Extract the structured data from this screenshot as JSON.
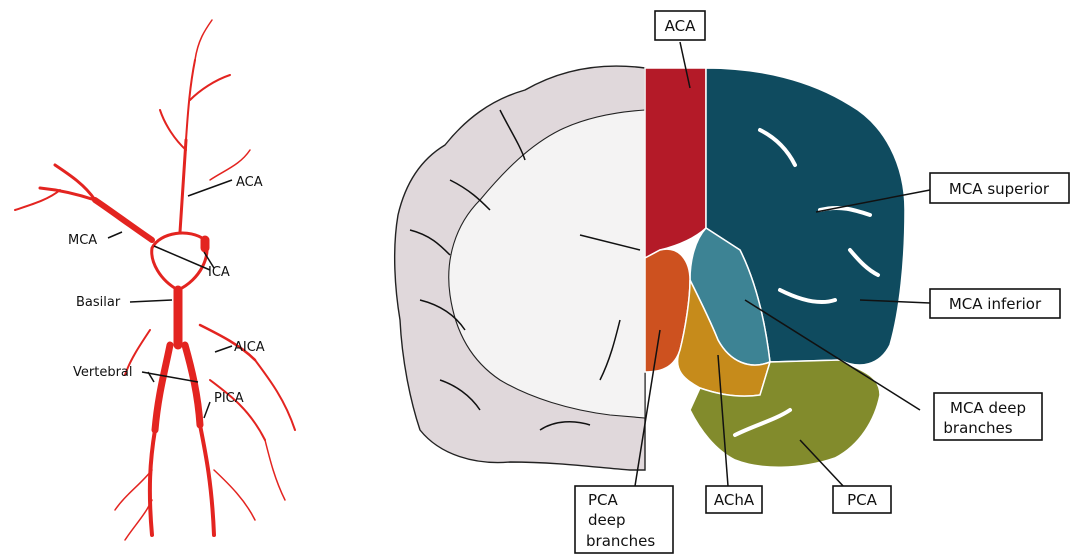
{
  "vessel_diagram": {
    "labels": {
      "aca": "ACA",
      "mca": "MCA",
      "ica": "ICA",
      "basilar": "Basilar",
      "aica": "AICA",
      "vertebral": "Vertebral",
      "pica": "PICA"
    },
    "vessel_color": "#e32420"
  },
  "territory_diagram": {
    "labels": {
      "aca": "ACA",
      "mca_superior": "MCA superior",
      "mca_inferior": "MCA inferior",
      "mca_deep_1": "MCA deep",
      "mca_deep_2": "branches",
      "pca": "PCA",
      "acha": "AChA",
      "pca_deep_1": "PCA",
      "pca_deep_2": "deep",
      "pca_deep_3": "branches"
    },
    "colors": {
      "aca": "#b41a28",
      "mca_superior": "#0f4b5f",
      "mca_deep": "#3d8394",
      "pca_deep": "#cd511f",
      "acha": "#c68b1b",
      "pca": "#828b2c",
      "cortex": "#e0d8db",
      "white_matter": "#f4f3f3"
    }
  }
}
